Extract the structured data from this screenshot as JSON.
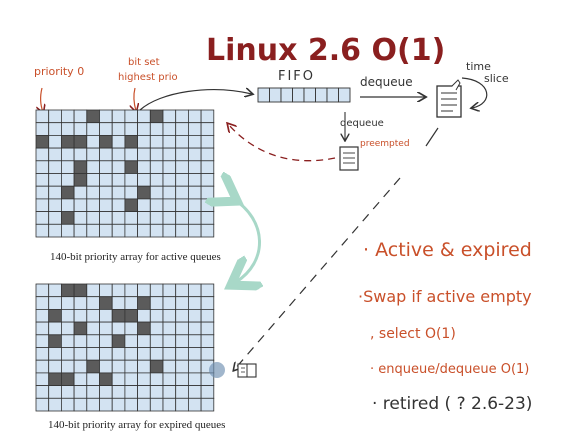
{
  "title": "Linux 2.6   O(1)",
  "annotations": {
    "priority_zero": "priority 0",
    "bit_set_line1": "bit set",
    "bit_set_line2": "highest prio",
    "fifo": "FIFO",
    "dequeue_main": "dequeue",
    "time_line1": "time",
    "time_line2": "slice",
    "dequeue_small": "dequeue",
    "preempted": "preempted"
  },
  "arrays": {
    "active": {
      "caption": "140-bit priority array for active queues",
      "dark_cells": [
        [
          0,
          4
        ],
        [
          0,
          9
        ],
        [
          2,
          0
        ],
        [
          2,
          2
        ],
        [
          2,
          3
        ],
        [
          2,
          5
        ],
        [
          2,
          7
        ],
        [
          4,
          3
        ],
        [
          4,
          7
        ],
        [
          5,
          3
        ],
        [
          6,
          2
        ],
        [
          6,
          8
        ],
        [
          7,
          7
        ],
        [
          8,
          2
        ]
      ]
    },
    "expired": {
      "caption": "140-bit priority array for expired queues",
      "dark_cells": [
        [
          0,
          2
        ],
        [
          0,
          3
        ],
        [
          1,
          5
        ],
        [
          1,
          8
        ],
        [
          2,
          1
        ],
        [
          2,
          6
        ],
        [
          2,
          7
        ],
        [
          3,
          3
        ],
        [
          3,
          8
        ],
        [
          4,
          1
        ],
        [
          4,
          6
        ],
        [
          6,
          4
        ],
        [
          6,
          9
        ],
        [
          7,
          1
        ],
        [
          7,
          2
        ],
        [
          7,
          5
        ]
      ]
    }
  },
  "notes": [
    "· Active & expired",
    "·Swap if active empty",
    ", select  O(1)",
    "· enqueue/dequeue  O(1)",
    "· retired  ( ? 2.6-23)"
  ],
  "colors": {
    "cell": "#d3e3f2",
    "cell_dark": "#5b5b5b",
    "grid_line": "#333333",
    "title": "#8a1f1f",
    "annotation": "#c9502a",
    "swap_arrow": "#a8d8c8"
  }
}
